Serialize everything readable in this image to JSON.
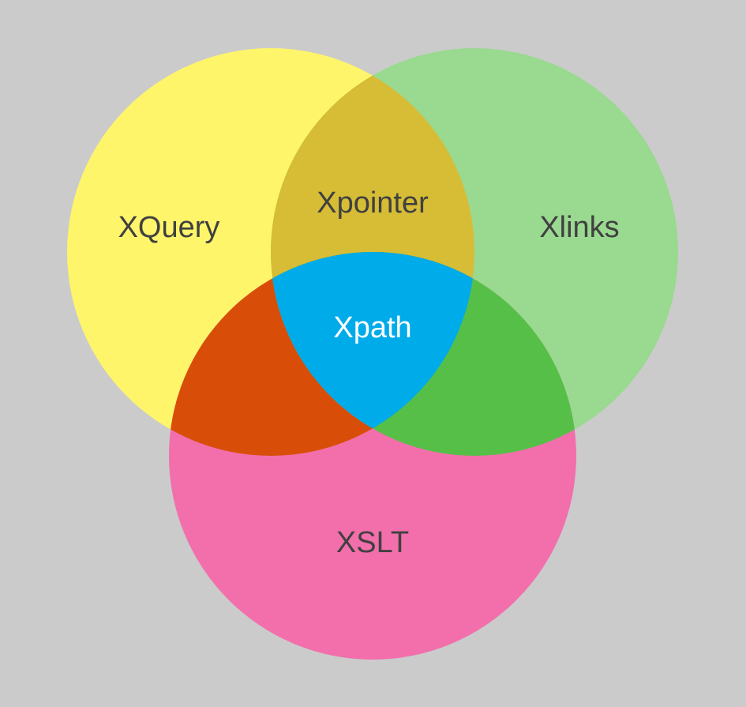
{
  "background_color": "#cbcbcb",
  "sets": [
    {
      "id": "xquery",
      "label": "XQuery",
      "color": "#fff56b"
    },
    {
      "id": "xlinks",
      "label": "Xlinks",
      "color": "#9ad990"
    },
    {
      "id": "xslt",
      "label": "XSLT",
      "color": "#f26fab"
    }
  ],
  "intersections": [
    {
      "id": "xquery-xlinks",
      "label": "Xpointer",
      "color": "#d6bd35"
    },
    {
      "id": "xquery-xslt",
      "label": "",
      "color": "#d84e08"
    },
    {
      "id": "xlinks-xslt",
      "label": "",
      "color": "#56bf48"
    },
    {
      "id": "all",
      "label": "Xpath",
      "color": "#00abea"
    }
  ]
}
